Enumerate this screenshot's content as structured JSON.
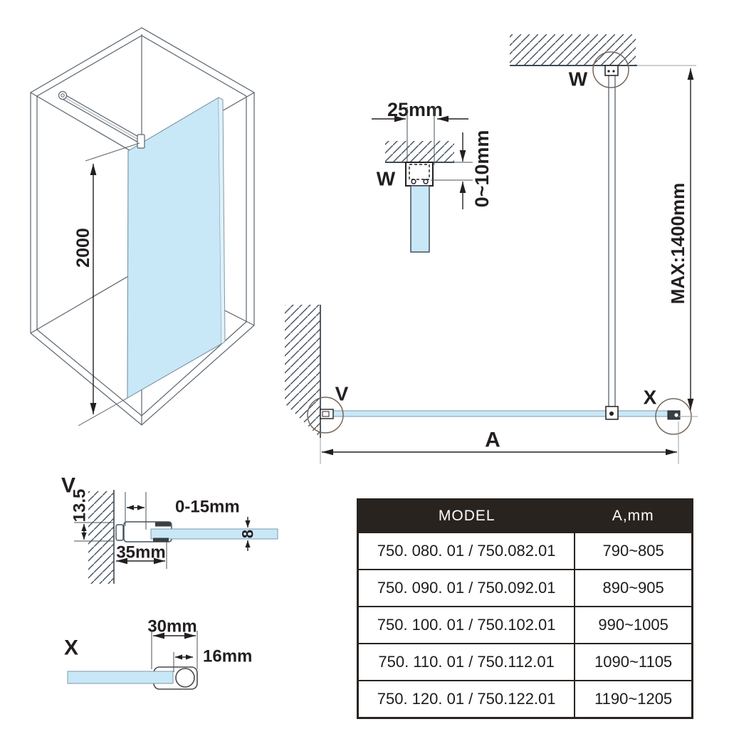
{
  "colors": {
    "glass_blue": "#c9e8f7",
    "drawing_line": "#55606a",
    "hatch_line": "#44505c",
    "dimension_ink": "#231f20",
    "detail_circle": "#77675a",
    "table_border": "#292320",
    "table_header_bg": "#292320",
    "table_header_text": "#ffffff"
  },
  "isometric": {
    "height_label": "2000"
  },
  "detail_w": {
    "label": "W",
    "width_label": "25mm",
    "gap_label": "0~10mm"
  },
  "side_view": {
    "ceiling_detail_label": "W",
    "height_label": "MAX:1400mm",
    "wall_detail_label": "V",
    "end_detail_label": "X",
    "width_label": "A"
  },
  "detail_v": {
    "label": "V",
    "bracket_height_label": "13.5",
    "wall_gap_label": "0-15mm",
    "bracket_width_label": "35mm",
    "glass_thickness_label": "8"
  },
  "detail_x": {
    "label": "X",
    "bracket_width_label": "30mm",
    "tube_width_label": "16mm"
  },
  "table": {
    "headers": [
      "MODEL",
      "A,mm"
    ],
    "rows": [
      {
        "model": "750. 080. 01 / 750.082.01",
        "a": "790~805"
      },
      {
        "model": "750. 090. 01 / 750.092.01",
        "a": "890~905"
      },
      {
        "model": "750. 100. 01 / 750.102.01",
        "a": "990~1005"
      },
      {
        "model": "750. 110. 01 / 750.112.01",
        "a": "1090~1105"
      },
      {
        "model": "750. 120. 01 / 750.122.01",
        "a": "1190~1205"
      }
    ]
  }
}
